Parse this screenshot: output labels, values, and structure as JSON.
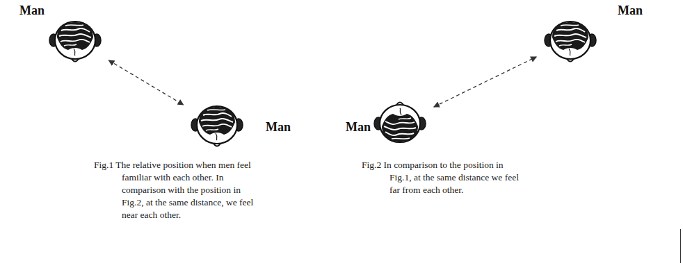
{
  "diagram": {
    "nodes": [
      {
        "text": [
          "Man"
        ]
      },
      {
        "text": [
          "Man"
        ]
      },
      {
        "text": [
          "Man"
        ]
      },
      {
        "text": [
          "Man"
        ]
      }
    ],
    "edges": [
      {
        "from": 0,
        "to": 1,
        "arrow": "both"
      },
      {
        "from": 3,
        "to": 2,
        "arrow": "both"
      }
    ],
    "labels": [
      "Fig.1 The relative position when men feel familiar with each other. In comparison with the position in Fig.2, at the same distance, we feel near each other.",
      "Fig.2 In comparison to the position in Fig.1, at the same distance we feel far from each other."
    ]
  }
}
